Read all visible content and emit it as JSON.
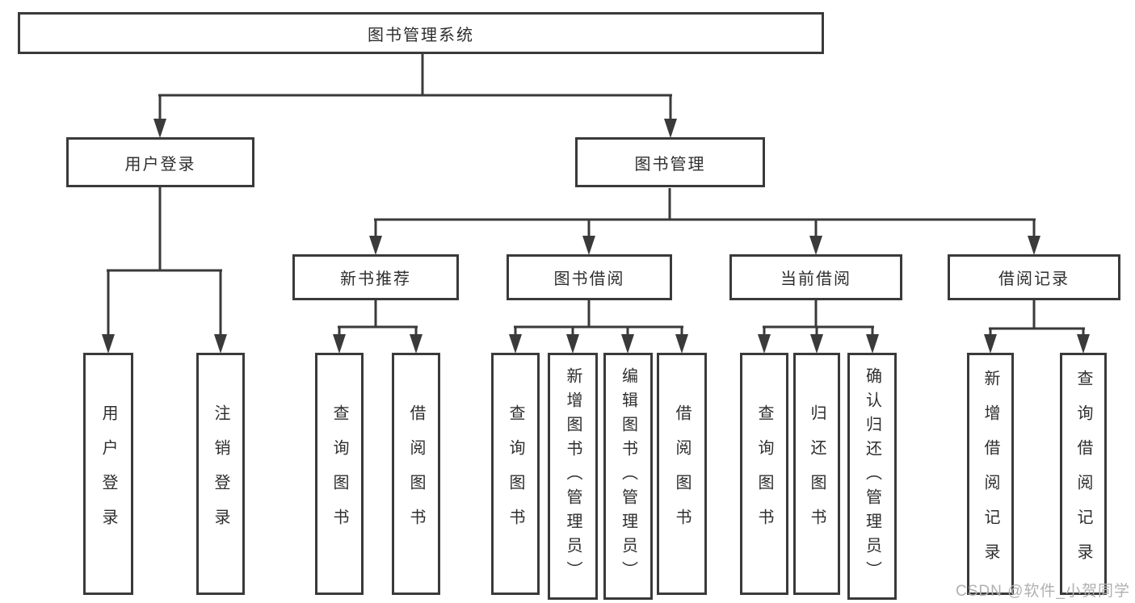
{
  "root": {
    "label": "图书管理系统"
  },
  "level2": {
    "user_login": {
      "label": "用户登录"
    },
    "book_mgmt": {
      "label": "图书管理"
    }
  },
  "level3": {
    "new_books": {
      "label": "新书推荐"
    },
    "borrow": {
      "label": "图书借阅"
    },
    "current": {
      "label": "当前借阅"
    },
    "records": {
      "label": "借阅记录"
    }
  },
  "leaves": {
    "user_login": [
      "用户登录",
      "注销登录"
    ],
    "new_books": [
      "查询图书",
      "借阅图书"
    ],
    "borrow": [
      "查询图书",
      "新增图书（管理员）",
      "编辑图书（管理员）",
      "借阅图书"
    ],
    "current": [
      "查询图书",
      "归还图书",
      "确认归还（管理员）"
    ],
    "records": [
      "新增借阅记录",
      "查询借阅记录"
    ]
  },
  "watermark": "CSDN @软件_小贺同学",
  "colors": {
    "line": "#3a3a3a",
    "text": "#2e2e2e",
    "watermark": "#b0b0b0"
  }
}
